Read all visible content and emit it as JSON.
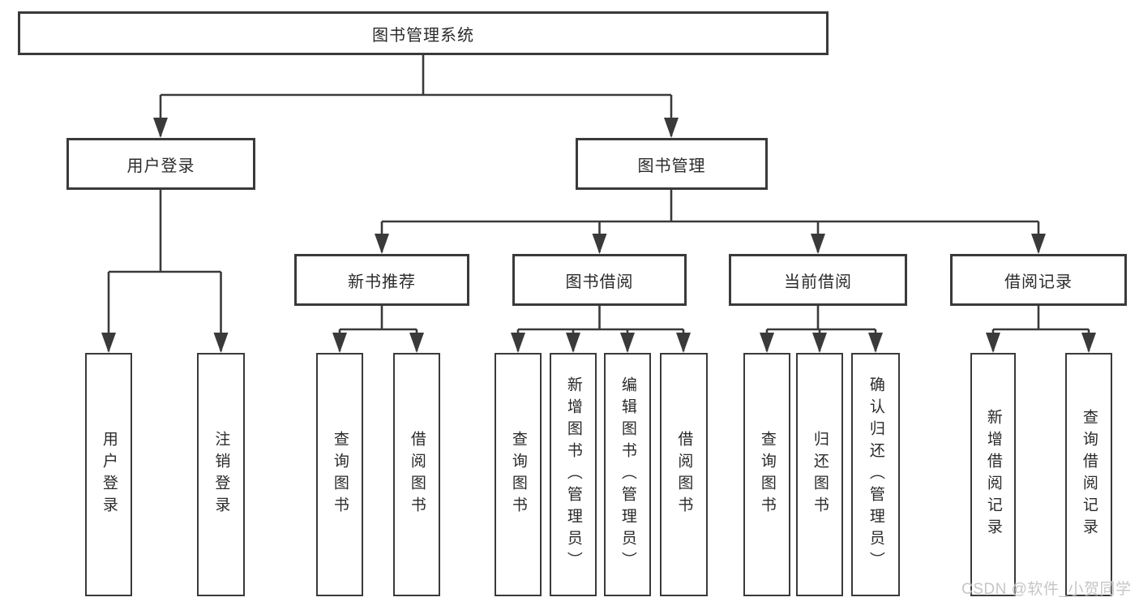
{
  "diagram": {
    "root": {
      "label": "图书管理系统"
    },
    "level1": [
      {
        "label": "用户登录",
        "children": [
          {
            "label": "用户登录"
          },
          {
            "label": "注销登录"
          }
        ]
      },
      {
        "label": "图书管理",
        "children": [
          {
            "label": "新书推荐",
            "children": [
              {
                "label": "查询图书"
              },
              {
                "label": "借阅图书"
              }
            ]
          },
          {
            "label": "图书借阅",
            "children": [
              {
                "label": "查询图书"
              },
              {
                "label": "新增图书（管理员）"
              },
              {
                "label": "编辑图书（管理员）"
              },
              {
                "label": "借阅图书"
              }
            ]
          },
          {
            "label": "当前借阅",
            "children": [
              {
                "label": "查询图书"
              },
              {
                "label": "归还图书"
              },
              {
                "label": "确认归还（管理员）"
              }
            ]
          },
          {
            "label": "借阅记录",
            "children": [
              {
                "label": "新增借阅记录"
              },
              {
                "label": "查询借阅记录"
              }
            ]
          }
        ]
      }
    ]
  },
  "watermark": {
    "text": "CSDN @软件_小贺同学"
  },
  "colors": {
    "line": "#3a3a3a",
    "box_border": "#3a3a3a",
    "text": "#2a2a2a",
    "watermark": "#c6c6c6",
    "background": "#ffffff"
  }
}
